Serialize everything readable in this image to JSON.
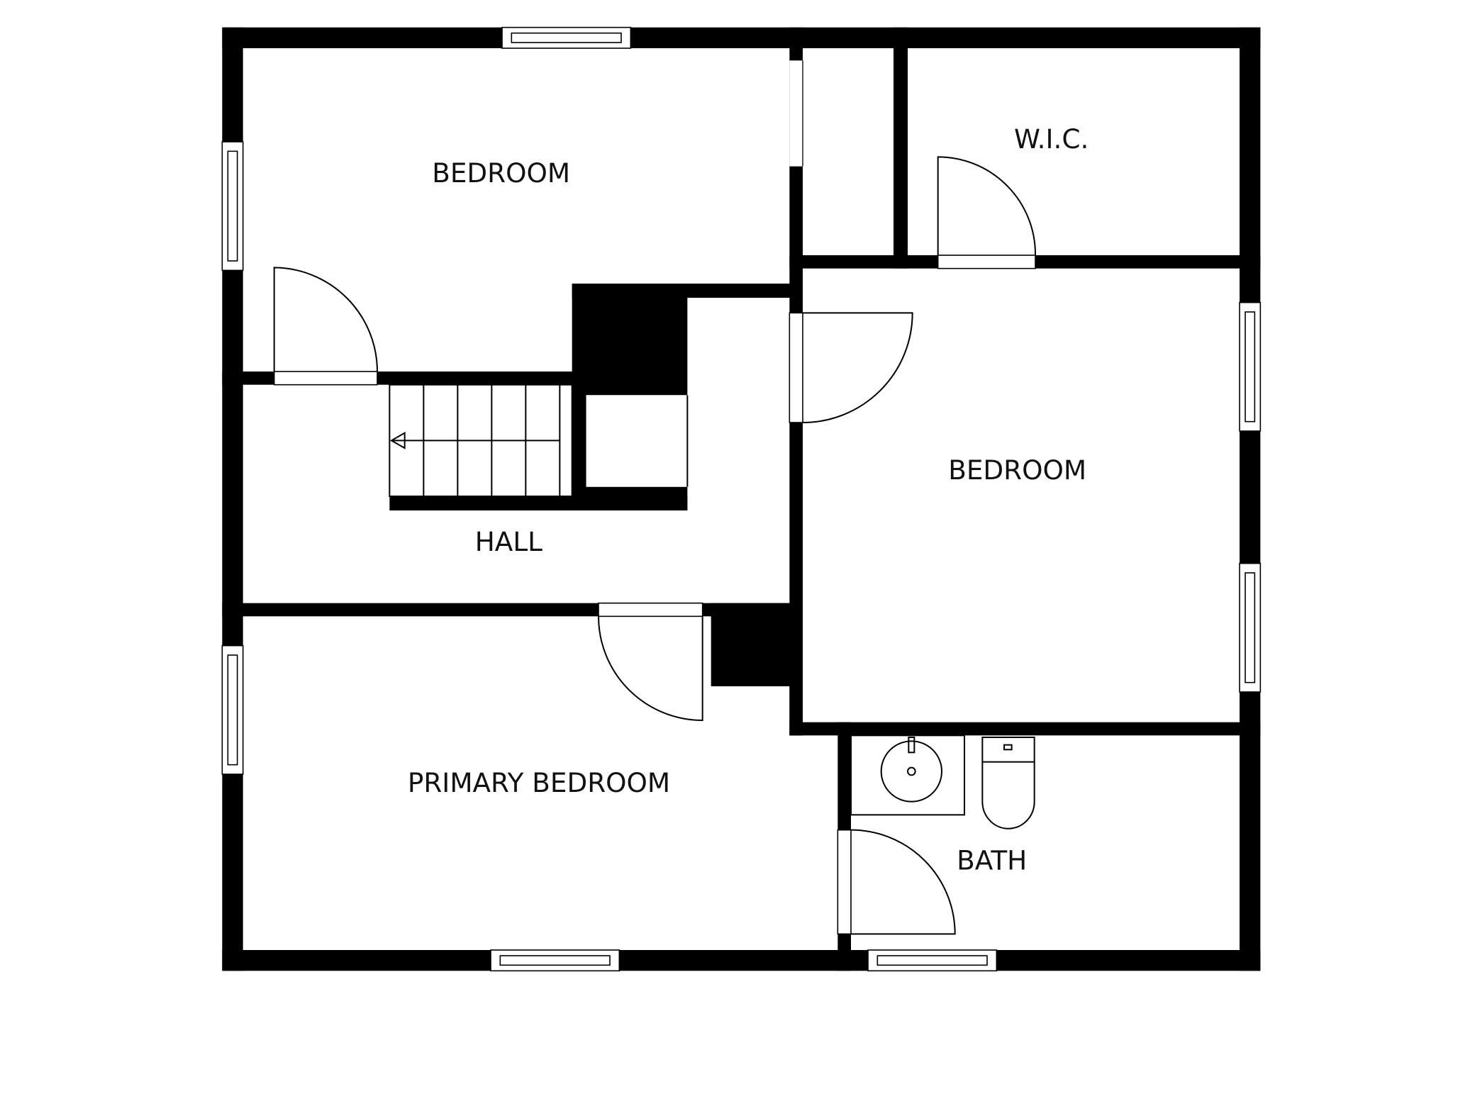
{
  "floorplan": {
    "rooms": {
      "bedroom_1": "BEDROOM",
      "wic": "W.I.C.",
      "bedroom_2": "BEDROOM",
      "hall": "HALL",
      "primary_bedroom": "PRIMARY BEDROOM",
      "bath": "BATH"
    },
    "colors": {
      "wall": "#000000",
      "background": "#ffffff"
    }
  }
}
